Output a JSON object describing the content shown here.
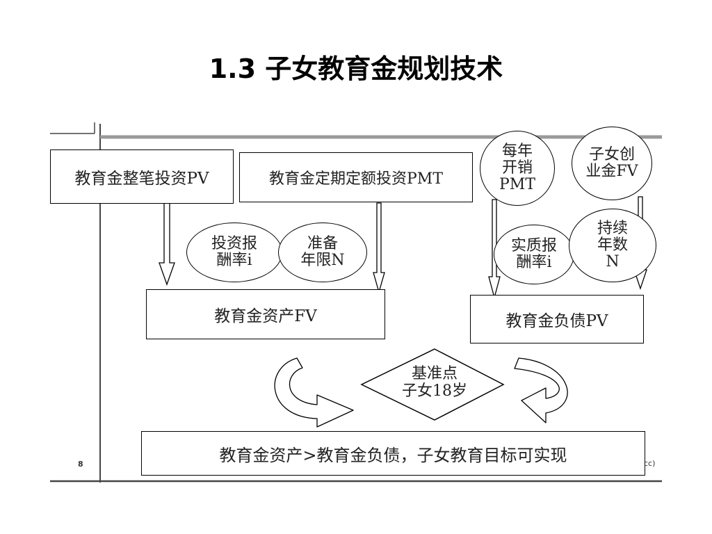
{
  "title": "1.3 子女教育金规划技术",
  "boxes": {
    "lump_sum": "教育金整笔投资PV",
    "periodic": "教育金定期定额投资PMT",
    "asset_fv": "教育金资产FV",
    "liability_pv": "教育金负债PV",
    "conclusion": "教育金资产>教育金负债，子女教育目标可实现"
  },
  "ovals": {
    "annual_expense": [
      "每年",
      "开销",
      "PMT"
    ],
    "startup_fund": [
      "子女创",
      "业金FV"
    ],
    "return_rate": [
      "投资报",
      "酬率i"
    ],
    "prep_years": [
      "准备",
      "年限N"
    ],
    "real_return": [
      "实质报",
      "酬率i"
    ],
    "duration_years": [
      "持续",
      "年数",
      "N"
    ]
  },
  "diamond": [
    "基准点",
    "子女18岁"
  ],
  "page_number": "8",
  "corner_note": "cc)"
}
